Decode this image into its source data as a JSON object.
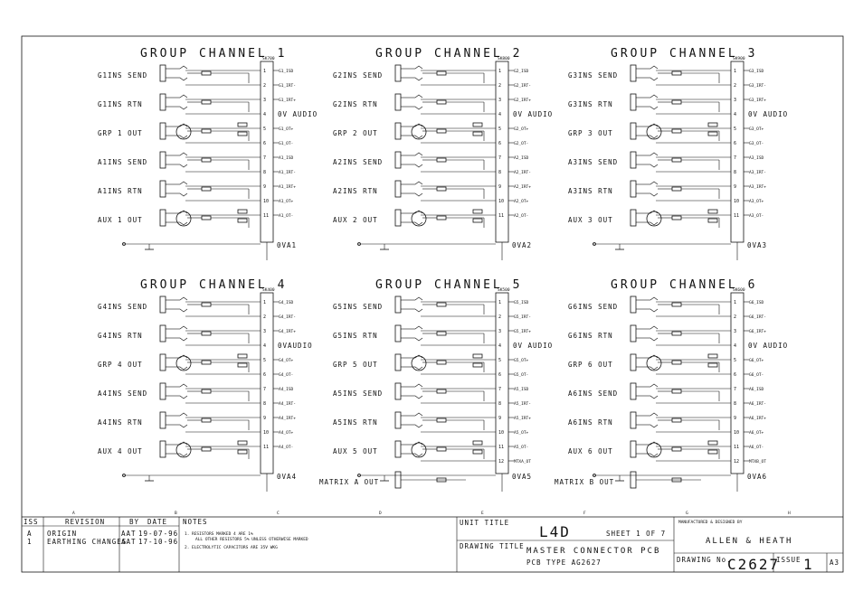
{
  "channels": [
    {
      "title": "GROUP CHANNEL 1",
      "labels": [
        "G1INS SEND",
        "G1INS RTN",
        "GRP 1 OUT",
        "A1INS SEND",
        "A1INS RTN",
        "AUX 1 OUT"
      ],
      "ov_label": "0V AUDIO",
      "ov_return": "0VA1",
      "connector": "SK700",
      "pins": [
        "G1_ISD",
        "G1_IRT-",
        "G1_IRT+",
        "",
        "G1_OT+",
        "G1_OT-",
        "A1_ISD",
        "A1_IRT-",
        "A1_IRT+",
        "A1_OT+",
        "A1_OT-"
      ]
    },
    {
      "title": "GROUP CHANNEL 2",
      "labels": [
        "G2INS SEND",
        "G2INS RTN",
        "GRP 2 OUT",
        "A2INS SEND",
        "A2INS RTN",
        "AUX 2 OUT"
      ],
      "ov_label": "0V AUDIO",
      "ov_return": "0VA2",
      "connector": "SK800",
      "pins": [
        "G2_ISD",
        "G2_IRT-",
        "G2_IRT+",
        "",
        "G2_OT+",
        "G2_OT-",
        "A2_ISD",
        "A2_IRT-",
        "A2_IRT+",
        "A2_OT+",
        "A2_OT-"
      ]
    },
    {
      "title": "GROUP CHANNEL 3",
      "labels": [
        "G3INS SEND",
        "G3INS RTN",
        "GRP 3 OUT",
        "A3INS SEND",
        "A3INS RTN",
        "AUX 3 OUT"
      ],
      "ov_label": "0V AUDIO",
      "ov_return": "0VA3",
      "connector": "SK900",
      "pins": [
        "G3_ISD",
        "G3_IRT-",
        "G3_IRT+",
        "",
        "G3_OT+",
        "G3_OT-",
        "A3_ISD",
        "A3_IRT-",
        "A3_IRT+",
        "A3_OT+",
        "A3_OT-"
      ]
    },
    {
      "title": "GROUP CHANNEL 4",
      "labels": [
        "G4INS SEND",
        "G4INS RTN",
        "GRP 4 OUT",
        "A4INS SEND",
        "A4INS RTN",
        "AUX 4 OUT"
      ],
      "ov_label": "0VAUDIO",
      "ov_return": "0VA4",
      "connector": "SK400",
      "pins": [
        "G4_ISD",
        "G4_IRT-",
        "G4_IRT+",
        "",
        "G4_OT+",
        "G4_OT-",
        "A4_ISD",
        "A4_IRT-",
        "A4_IRT+",
        "A4_OT+",
        "A4_OT-"
      ]
    },
    {
      "title": "GROUP CHANNEL 5",
      "labels": [
        "G5INS SEND",
        "G5INS RTN",
        "GRP 5 OUT",
        "A5INS SEND",
        "A5INS RTN",
        "AUX 5 OUT"
      ],
      "extra_label": "MATRIX A OUT",
      "ov_label": "0V AUDIO",
      "ov_return": "0VA5",
      "connector": "SK500",
      "pins": [
        "G5_ISD",
        "G5_IRT-",
        "G5_IRT+",
        "",
        "G5_OT+",
        "G5_OT-",
        "A5_ISD",
        "A5_IRT-",
        "A5_IRT+",
        "A5_OT+",
        "A5_OT-",
        "MTXA_OT"
      ]
    },
    {
      "title": "GROUP CHANNEL 6",
      "labels": [
        "G6INS SEND",
        "G6INS RTN",
        "GRP 6 OUT",
        "A6INS SEND",
        "A6INS RTN",
        "AUX 6 OUT"
      ],
      "extra_label": "MATRIX B OUT",
      "ov_label": "0V AUDIO",
      "ov_return": "0VA6",
      "connector": "SK600",
      "pins": [
        "G6_ISD",
        "G6_IRT-",
        "G6_IRT+",
        "",
        "G6_OT+",
        "G6_OT-",
        "A6_ISD",
        "A6_IRT-",
        "A6_IRT+",
        "A6_OT+",
        "A6_OT-",
        "MTXB_OT"
      ]
    }
  ],
  "title_block": {
    "rev_headers": [
      "ISS",
      "REVISION",
      "BY",
      "DATE"
    ],
    "revisions": [
      {
        "iss": "A",
        "revision": "ORIGIN",
        "by": "AAT",
        "date": "19-07-96"
      },
      {
        "iss": "1",
        "revision": "EARTHING CHANGES",
        "by": "AAT",
        "date": "17-10-96"
      }
    ],
    "notes_header": "NOTES",
    "notes": [
      "RESISTORS MARKED 4 ARE 1%",
      "ALL OTHER RESISTORS 5% UNLESS OTHERWISE MARKED",
      "ELECTROLYTIC CAPACITORS ARE 35V WKG"
    ],
    "unit_title_label": "UNIT TITLE",
    "unit_title": "L4D",
    "sheet": "SHEET 1 OF 7",
    "drawing_title_label": "DRAWING TITLE",
    "drawing_title": "MASTER CONNECTOR PCB",
    "pcb_type": "PCB TYPE AG2627",
    "mfr_label": "MANUFACTURED & DESIGNED BY",
    "company": "ALLEN & HEATH",
    "drawing_no_label": "DRAWING No.",
    "drawing_no": "C2627",
    "issue_label": "ISSUE",
    "issue": "1",
    "size": "A3"
  },
  "grid_letters": [
    "A",
    "B",
    "C",
    "D",
    "E",
    "F",
    "G",
    "H"
  ]
}
